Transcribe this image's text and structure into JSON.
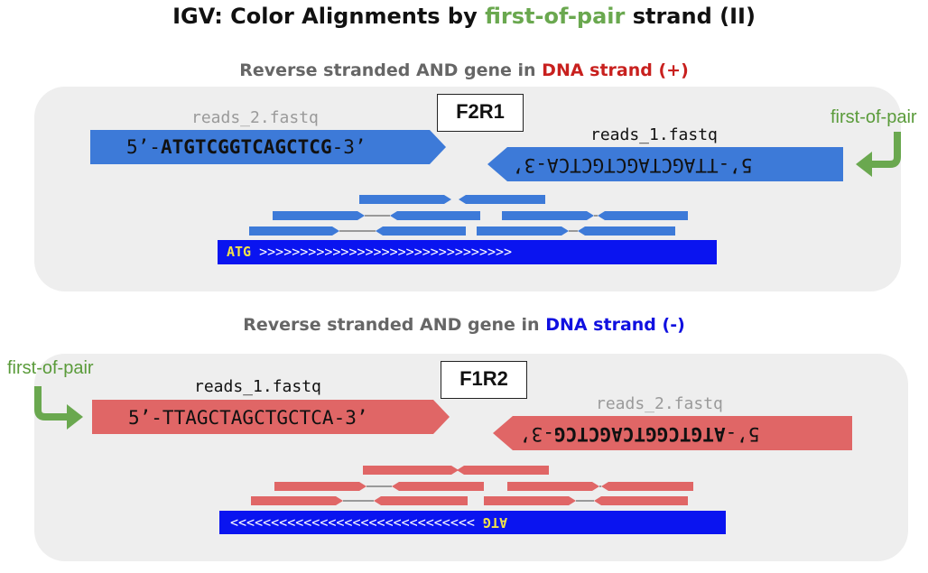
{
  "title": {
    "prefix": "IGV: Color Alignments by ",
    "highlight": "first-of-pair",
    "suffix": " strand (II)"
  },
  "panel_top": {
    "subtitle_prefix": "Reverse stranded AND gene in ",
    "subtitle_strand": "DNA strand (+)",
    "subtitle_strand_color": "#c8201e",
    "tag": "F2R1",
    "left_file": "reads_2.fastq",
    "left_seq_prefix": "5’-",
    "left_seq_bold": "ATGTCGGTCAGCTCG",
    "left_seq_suffix": "-3’",
    "right_file": "reads_1.fastq",
    "right_seq": "5’-TTAGCTAGCTGCTCA-3’",
    "first_of_pair": "first-of-pair",
    "read_color": "#3d7ad8",
    "gene_start": "ATG",
    "gene_arrows": ">>>>>>>>>>>>>>>>>>>>>>>>>>>>>>>"
  },
  "panel_bottom": {
    "subtitle_prefix": "Reverse stranded AND gene in ",
    "subtitle_strand": "DNA strand (-)",
    "subtitle_strand_color": "#1010e0",
    "tag": "F1R2",
    "left_file": "reads_1.fastq",
    "left_seq": "5’-TTAGCTAGCTGCTCA-3’",
    "right_file": "reads_2.fastq",
    "right_seq_prefix": "5’-",
    "right_seq_bold": "ATGTCGGTCAGCTCG",
    "right_seq_suffix": "-3’",
    "first_of_pair": "first-of-pair",
    "read_color": "#e06666",
    "gene_start": "ATG",
    "gene_arrows": "<<<<<<<<<<<<<<<<<<<<<<<<<<<<<<"
  },
  "colors": {
    "first_of_pair_green": "#6aa84f",
    "gene_track": "#0a14f0",
    "atg_yellow": "#f2e24a",
    "panel_bg": "#eeeeee"
  }
}
